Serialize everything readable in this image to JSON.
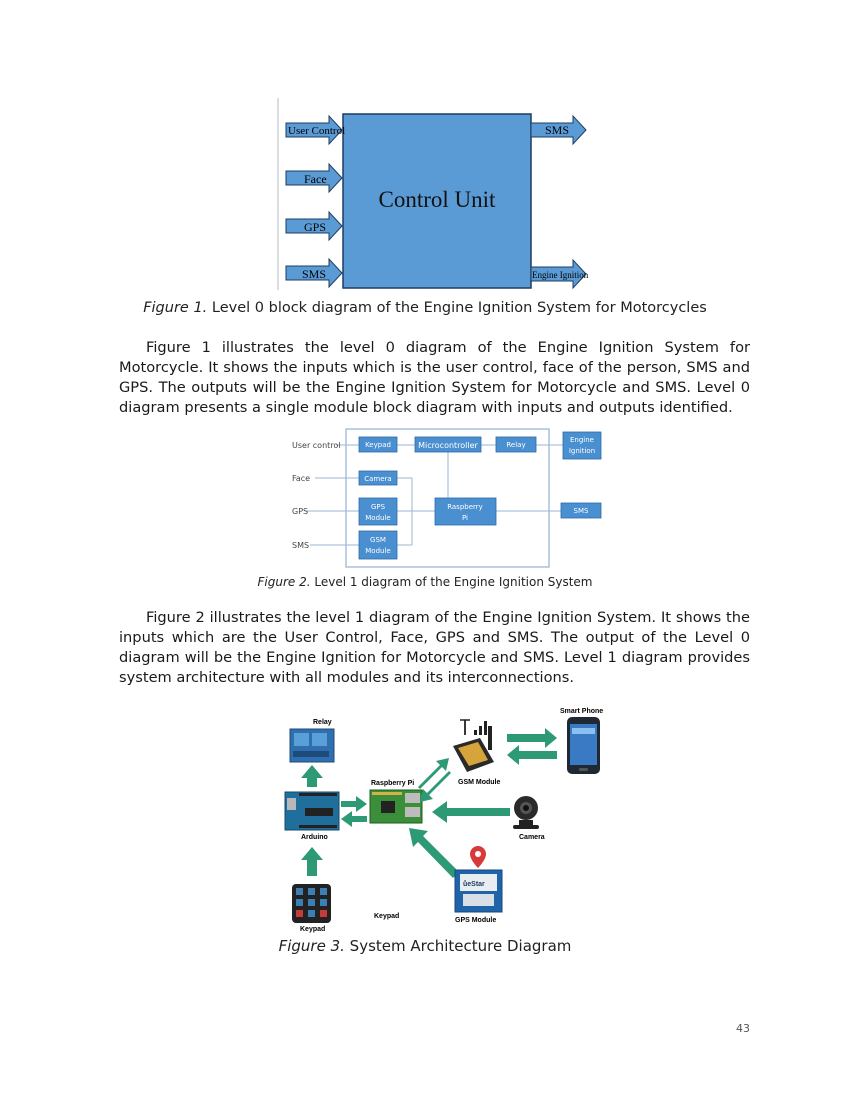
{
  "figure1": {
    "control_unit_label": "Control Unit",
    "inputs": [
      "User Control",
      "Face",
      "GPS",
      "SMS"
    ],
    "outputs": [
      "SMS",
      "Engine Ignition"
    ],
    "caption_label": "Figure 1.",
    "caption_text": " Level 0 block diagram of the Engine Ignition System for Motorcycles"
  },
  "paragraph1": "Figure 1 illustrates the level 0 diagram of the Engine Ignition System for Motorcycle. It shows the inputs which is the user control, face of the person, SMS and GPS. The outputs will be the Engine Ignition System for Motorcycle and SMS. Level 0 diagram presents a single module block diagram with inputs and outputs identified.",
  "figure2": {
    "inputs": [
      "User control",
      "Face",
      "GPS",
      "SMS"
    ],
    "blocks": {
      "keypad": "Keypad",
      "microcontroller": "Microcontroller",
      "relay": "Relay",
      "engine_line1": "Engine",
      "engine_line2": "Ignition",
      "camera": "Camera",
      "gps_line1": "GPS",
      "gps_line2": "Module",
      "gsm_line1": "GSM",
      "gsm_line2": "Module",
      "rpi_line1": "Raspberry",
      "rpi_line2": "Pi",
      "sms": "SMS"
    },
    "caption_label": "Figure 2.",
    "caption_text": " Level 1 diagram of the Engine Ignition System"
  },
  "paragraph2": "Figure 2 illustrates the level 1 diagram of the Engine Ignition System. It shows the inputs which are the User Control, Face, GPS and SMS. The output of the Level 0 diagram will be the Engine Ignition for Motorcycle and SMS. Level 1 diagram provides system architecture with all modules and its interconnections.",
  "figure3": {
    "labels": {
      "relay": "Relay",
      "raspberry_pi": "Raspberry Pi",
      "gsm_module": "GSM Module",
      "smart_phone": "Smart Phone",
      "arduino": "Arduino",
      "camera": "Camera",
      "keypad_bottom": "Keypad",
      "keypad_mid": "Keypad",
      "gps_module": "GPS Module",
      "gps_brand": "ůeStar"
    },
    "caption_label": "Figure 3.",
    "caption_text": " System Architecture Diagram"
  },
  "page_number": "43",
  "colors": {
    "block_blue": "#5b9bd5",
    "block_border": "#1f3b60",
    "fig2_blue": "#4a8fd0",
    "arrow_green": "#2e9a75"
  }
}
